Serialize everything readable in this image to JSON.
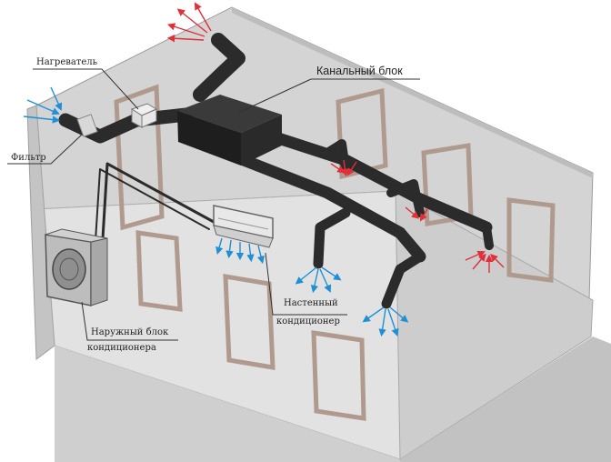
{
  "labels": {
    "heater": "Нагреватель",
    "filter": "Фильтр",
    "duct_unit": "Канальный блок",
    "wall_ac_line1": "Настенный",
    "wall_ac_line2": "кондиционер",
    "outdoor_line1": "Наружный блок",
    "outdoor_line2": "кондиционера"
  },
  "colors": {
    "wall": "#c9c9c9",
    "floor": "#d6d6d6",
    "duct": "#2b2b2b",
    "window_frame": "#b09a8e",
    "warm_air": "#e0303a",
    "cool_air": "#1f8fd6"
  },
  "icons": [
    "heater-box-icon",
    "filter-icon",
    "fan-grille-icon",
    "airflow-arrow-icon"
  ]
}
